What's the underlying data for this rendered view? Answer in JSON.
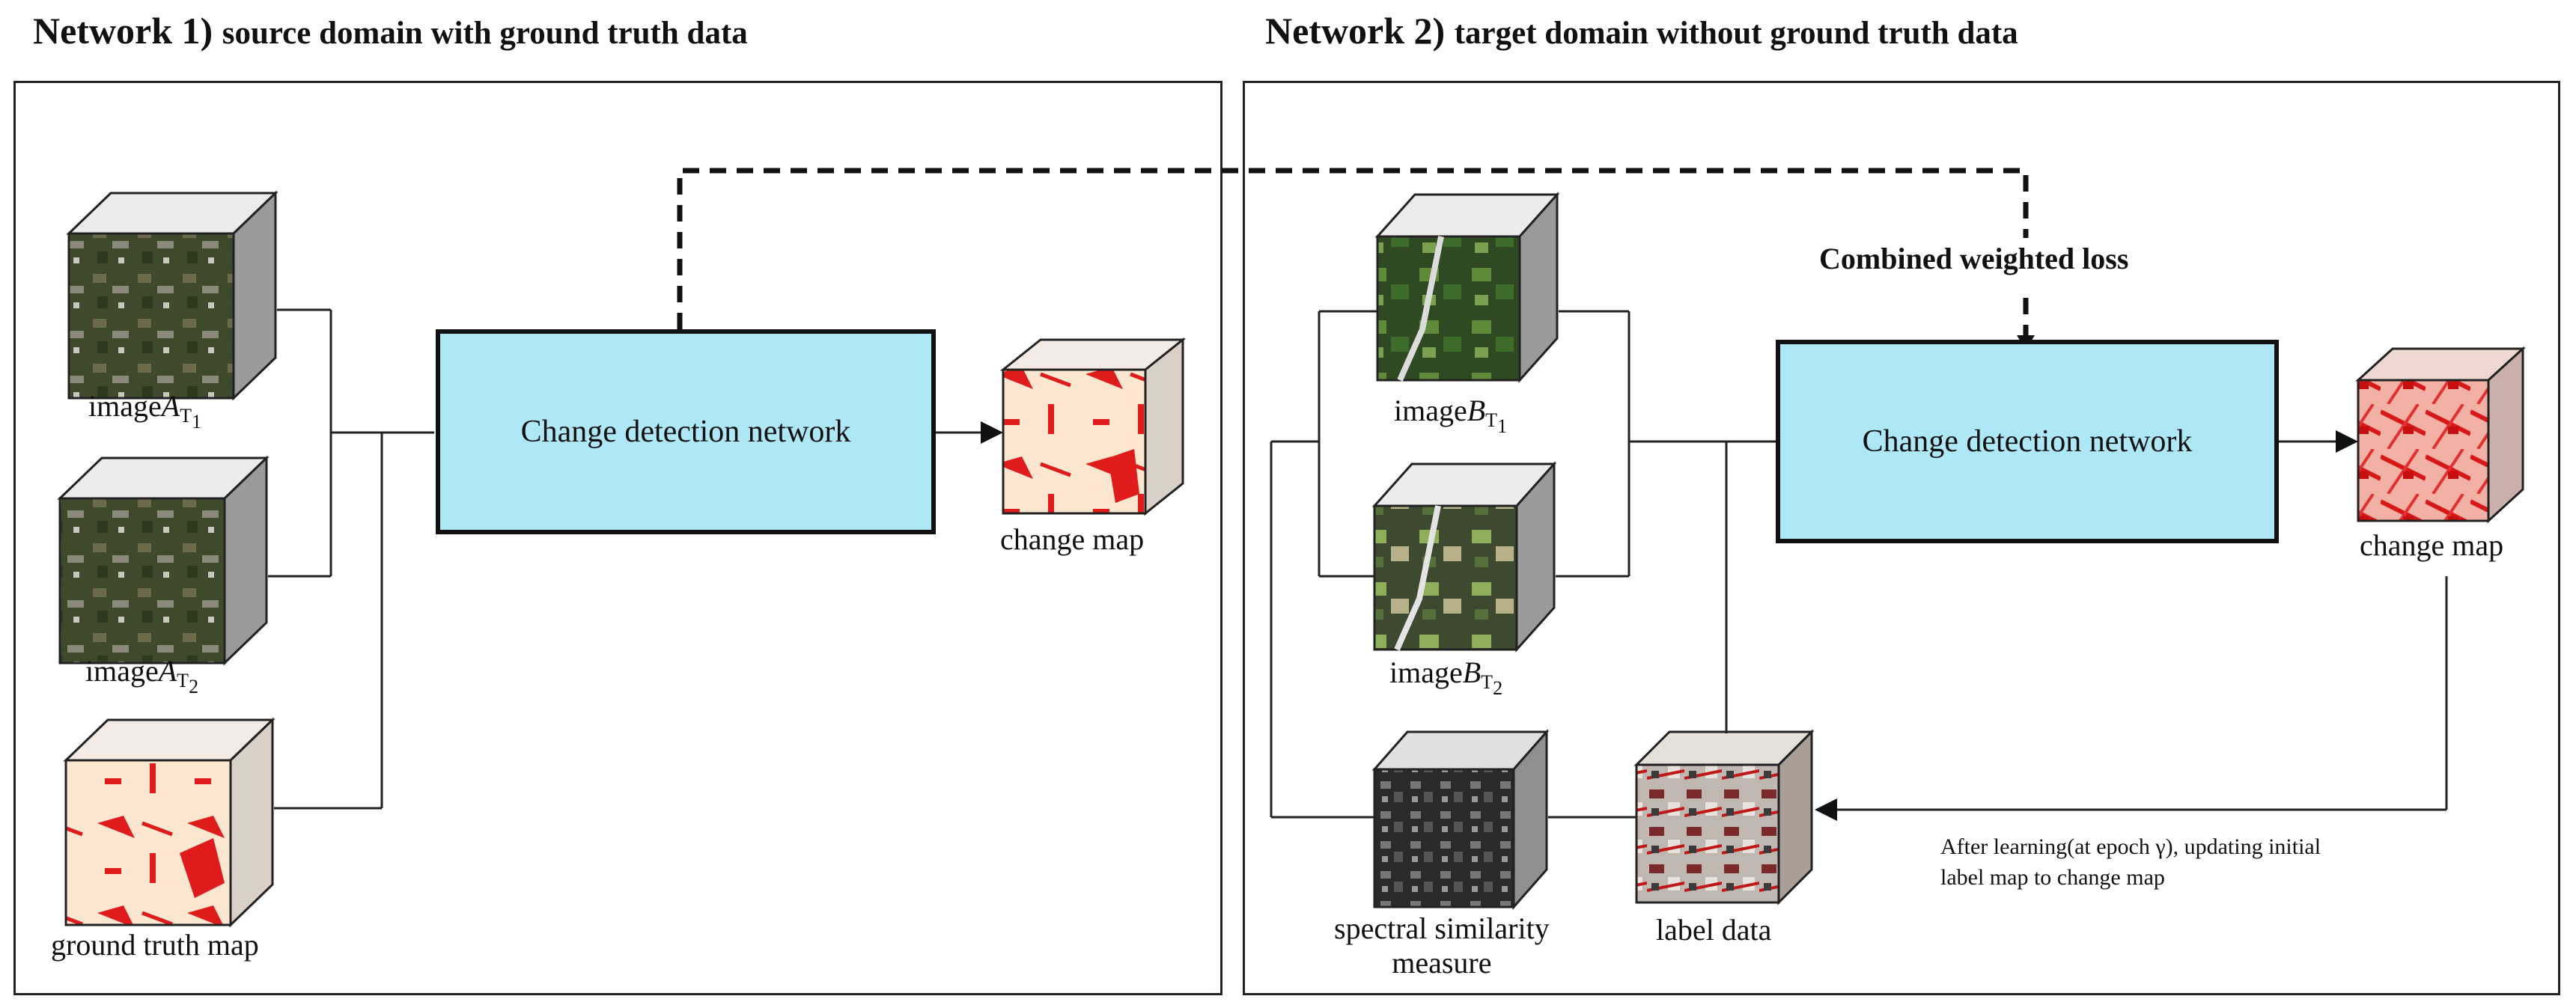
{
  "network1": {
    "heading_num": "Network 1)",
    "heading_text": "source domain with ground truth data",
    "image_a_t1": "image",
    "image_a_t2": "image",
    "ground_truth": "ground truth map",
    "cd_network": "Change detection network",
    "change_map": "change map"
  },
  "network2": {
    "heading_num": "Network 2)",
    "heading_text": "target domain without ground truth data",
    "combined_loss": "Combined weighted loss",
    "image_b_t1": "image",
    "image_b_t2": "image",
    "cd_network": "Change detection network",
    "change_map": "change map",
    "spectral_line1": "spectral similarity",
    "spectral_line2": "measure",
    "label_data": "label data",
    "update_line1": "After learning(at epoch γ), updating initial",
    "update_line2": "label map to change map"
  },
  "symbols": {
    "a": "A",
    "b": "B",
    "t": "T",
    "sub1": "1",
    "sub2": "2"
  },
  "colors": {
    "cd_box_fill": "#aee8f7",
    "change_red": "#e01b1b",
    "map_background": "#fbe6cf"
  }
}
